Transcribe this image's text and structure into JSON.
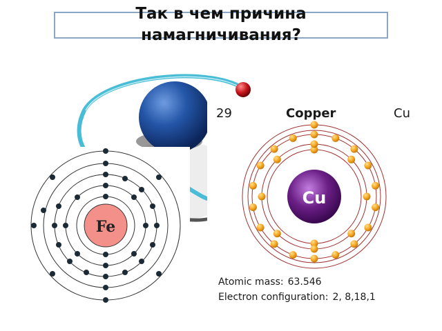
{
  "slide": {
    "title": "Так в чем причина намагничивания?"
  },
  "copper": {
    "atomic_number": "29",
    "name": "Copper",
    "symbol": "Cu",
    "nucleus_label": "Cu",
    "atomic_mass_label": "Atomic mass:",
    "atomic_mass_value": "63.546",
    "config_label": "Electron configuration:",
    "config_value": "2, 8,18,1"
  },
  "iron": {
    "nucleus_label": "Fe"
  },
  "colors": {
    "title_border": "#8aa6c4",
    "iron_nucleus": "#f4908a",
    "iron_electron": "#1c2a35",
    "copper_electron": "#f5a623",
    "copper_nucleus": "#6b1f86",
    "orbit_ring": "#49bdd6",
    "sphere_blue": "#1f4f9a",
    "red_electron": "#c4141a"
  }
}
